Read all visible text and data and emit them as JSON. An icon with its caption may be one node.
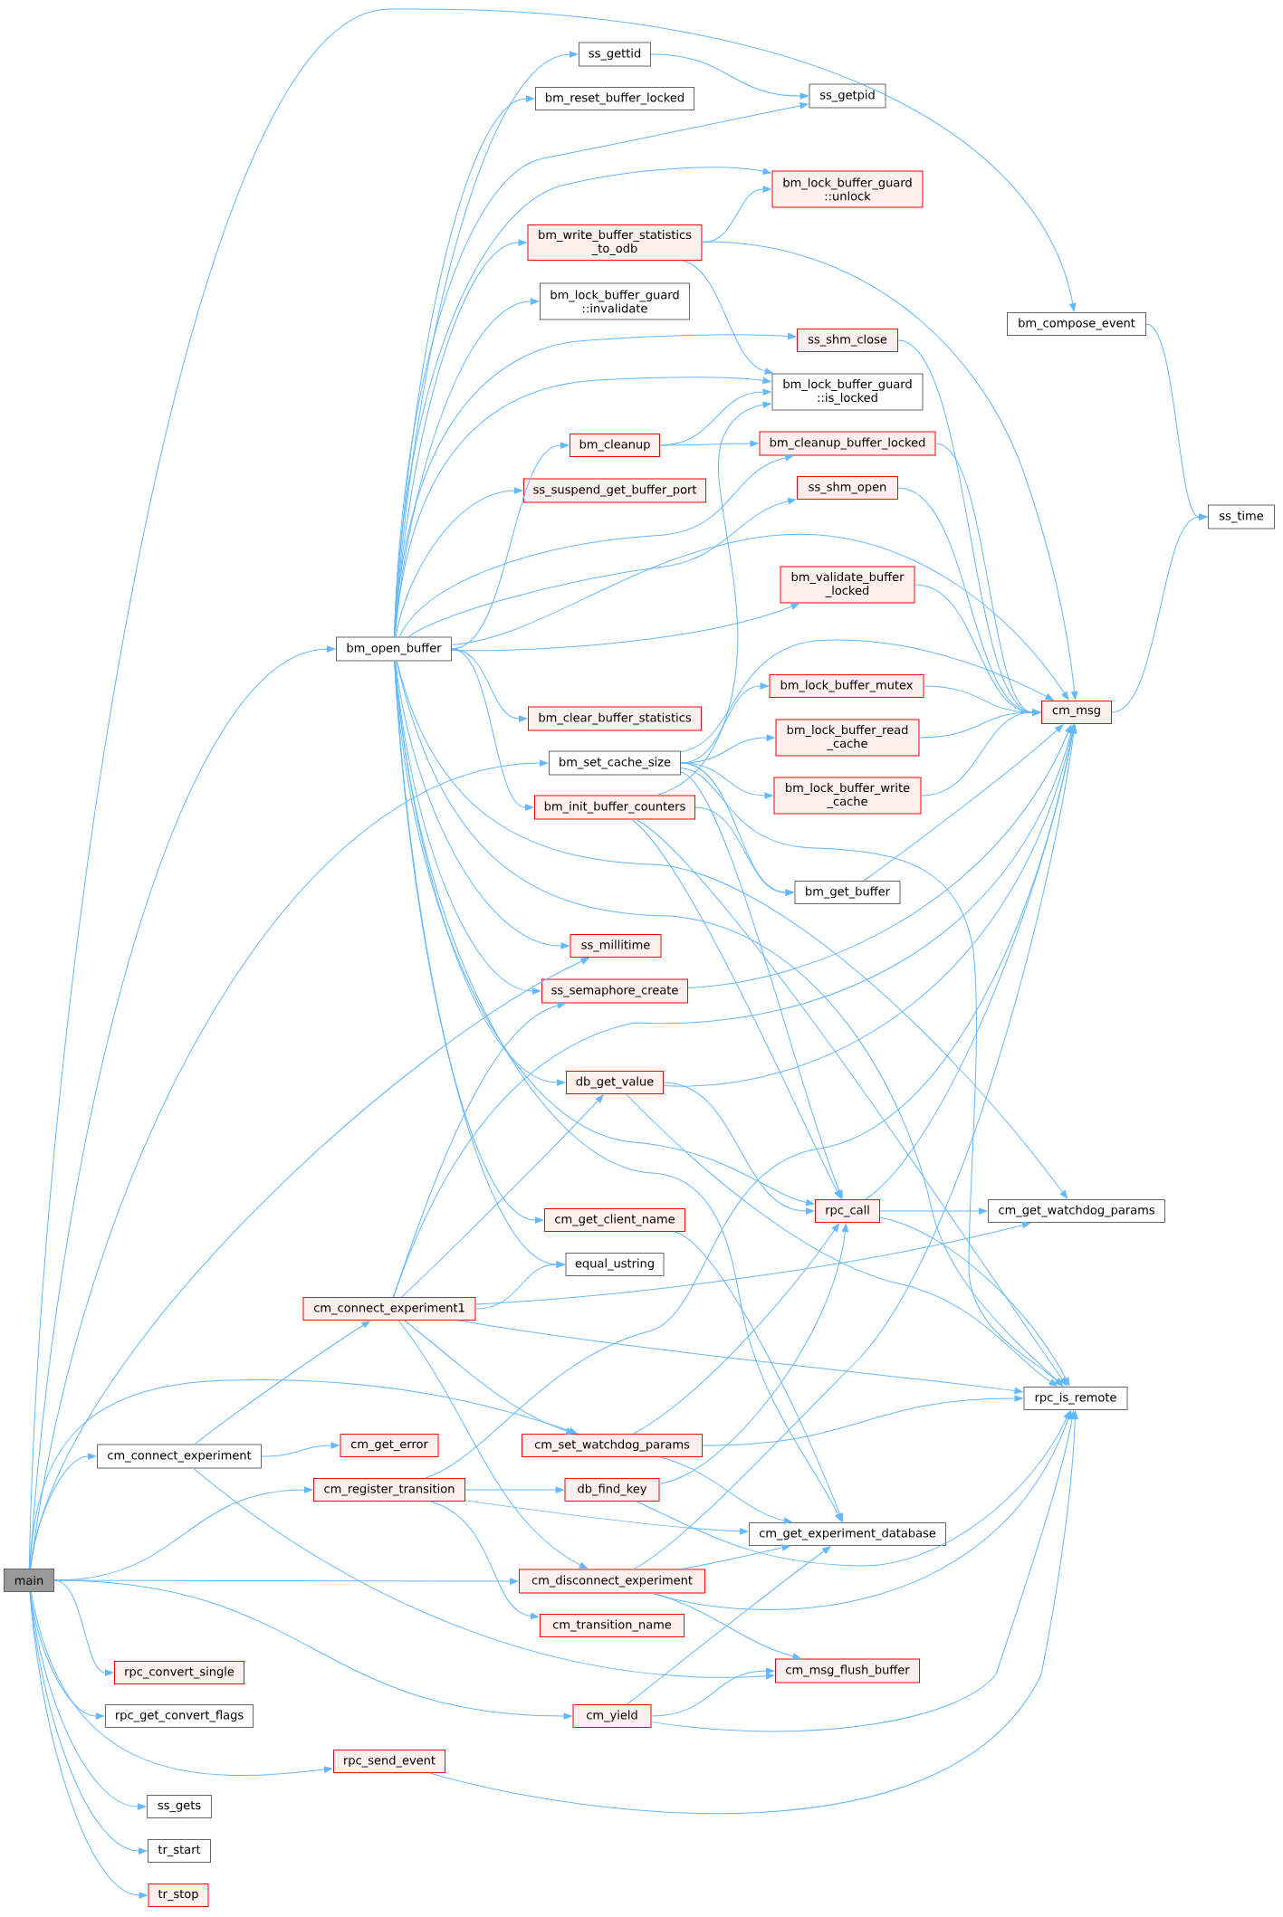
{
  "diagram": {
    "nodes": [
      {
        "text": [
          "main"
        ]
      },
      {
        "text": [
          "bm_open_buffer"
        ]
      },
      {
        "text": [
          "cm_connect_experiment"
        ]
      },
      {
        "text": [
          "rpc_convert_single"
        ]
      },
      {
        "text": [
          "rpc_get_convert_flags"
        ]
      },
      {
        "text": [
          "ss_gets"
        ]
      },
      {
        "text": [
          "tr_start"
        ]
      },
      {
        "text": [
          "tr_stop"
        ]
      },
      {
        "text": [
          "cm_connect_experiment1"
        ]
      },
      {
        "text": [
          "cm_get_error"
        ]
      },
      {
        "text": [
          "cm_register_transition"
        ]
      },
      {
        "text": [
          "rpc_send_event"
        ]
      },
      {
        "text": [
          "ss_gettid"
        ]
      },
      {
        "text": [
          "bm_reset_buffer_locked"
        ]
      },
      {
        "text": [
          "bm_write_buffer_statistics _to_odb"
        ]
      },
      {
        "text": [
          "bm_lock_buffer_guard ::invalidate"
        ]
      },
      {
        "text": [
          "bm_cleanup"
        ]
      },
      {
        "text": [
          "ss_suspend_get_buffer_port"
        ]
      },
      {
        "text": [
          "bm_clear_buffer_statistics"
        ]
      },
      {
        "text": [
          "bm_set_cache_size"
        ]
      },
      {
        "text": [
          "bm_init_buffer_counters"
        ]
      },
      {
        "text": [
          "ss_millitime"
        ]
      },
      {
        "text": [
          "ss_semaphore_create"
        ]
      },
      {
        "text": [
          "db_get_value"
        ]
      },
      {
        "text": [
          "cm_get_client_name"
        ]
      },
      {
        "text": [
          "equal_ustring"
        ]
      },
      {
        "text": [
          "cm_set_watchdog_params"
        ]
      },
      {
        "text": [
          "db_find_key"
        ]
      },
      {
        "text": [
          "cm_disconnect_experiment"
        ]
      },
      {
        "text": [
          "cm_transition_name"
        ]
      },
      {
        "text": [
          "cm_yield"
        ]
      },
      {
        "text": [
          "ss_getpid"
        ]
      },
      {
        "text": [
          "bm_lock_buffer_guard ::unlock"
        ]
      },
      {
        "text": [
          "ss_shm_close"
        ]
      },
      {
        "text": [
          "bm_lock_buffer_guard ::is_locked"
        ]
      },
      {
        "text": [
          "bm_cleanup_buffer_locked"
        ]
      },
      {
        "text": [
          "ss_shm_open"
        ]
      },
      {
        "text": [
          "bm_validate_buffer _locked"
        ]
      },
      {
        "text": [
          "bm_lock_buffer_mutex"
        ]
      },
      {
        "text": [
          "bm_lock_buffer_read _cache"
        ]
      },
      {
        "text": [
          "bm_lock_buffer_write _cache"
        ]
      },
      {
        "text": [
          "bm_get_buffer"
        ]
      },
      {
        "text": [
          "rpc_call"
        ]
      },
      {
        "text": [
          "cm_get_experiment_database"
        ]
      },
      {
        "text": [
          "cm_msg_flush_buffer"
        ]
      },
      {
        "text": [
          "bm_compose_event"
        ]
      },
      {
        "text": [
          "cm_msg"
        ]
      },
      {
        "text": [
          "cm_get_watchdog_params"
        ]
      },
      {
        "text": [
          "rpc_is_remote"
        ]
      },
      {
        "text": [
          "ss_time"
        ]
      }
    ],
    "edges": [
      {
        "from": 0,
        "to": 45,
        "arrow": "to"
      },
      {
        "from": 0,
        "to": 1,
        "arrow": "to"
      },
      {
        "from": 0,
        "to": 19,
        "arrow": "to"
      },
      {
        "from": 0,
        "to": 21,
        "arrow": "to"
      },
      {
        "from": 0,
        "to": 26,
        "arrow": "to"
      },
      {
        "from": 0,
        "to": 2,
        "arrow": "to"
      },
      {
        "from": 0,
        "to": 10,
        "arrow": "to"
      },
      {
        "from": 0,
        "to": 28,
        "arrow": "to"
      },
      {
        "from": 0,
        "to": 30,
        "arrow": "to"
      },
      {
        "from": 0,
        "to": 3,
        "arrow": "to"
      },
      {
        "from": 0,
        "to": 4,
        "arrow": "to"
      },
      {
        "from": 0,
        "to": 11,
        "arrow": "to"
      },
      {
        "from": 0,
        "to": 5,
        "arrow": "to"
      },
      {
        "from": 0,
        "to": 6,
        "arrow": "to"
      },
      {
        "from": 0,
        "to": 7,
        "arrow": "to"
      },
      {
        "from": 1,
        "to": 12,
        "arrow": "to"
      },
      {
        "from": 1,
        "to": 13,
        "arrow": "to"
      },
      {
        "from": 1,
        "to": 31,
        "arrow": "to"
      },
      {
        "from": 1,
        "to": 32,
        "arrow": "to"
      },
      {
        "from": 1,
        "to": 14,
        "arrow": "to"
      },
      {
        "from": 1,
        "to": 15,
        "arrow": "to"
      },
      {
        "from": 1,
        "to": 33,
        "arrow": "to"
      },
      {
        "from": 1,
        "to": 34,
        "arrow": "to"
      },
      {
        "from": 1,
        "to": 16,
        "arrow": "to"
      },
      {
        "from": 1,
        "to": 17,
        "arrow": "to"
      },
      {
        "from": 1,
        "to": 35,
        "arrow": "to"
      },
      {
        "from": 1,
        "to": 36,
        "arrow": "to"
      },
      {
        "from": 1,
        "to": 46,
        "arrow": "to"
      },
      {
        "from": 1,
        "to": 37,
        "arrow": "to"
      },
      {
        "from": 1,
        "to": 18,
        "arrow": "to"
      },
      {
        "from": 1,
        "to": 20,
        "arrow": "to"
      },
      {
        "from": 1,
        "to": 47,
        "arrow": "to"
      },
      {
        "from": 1,
        "to": 48,
        "arrow": "to"
      },
      {
        "from": 1,
        "to": 21,
        "arrow": "to"
      },
      {
        "from": 1,
        "to": 22,
        "arrow": "to"
      },
      {
        "from": 1,
        "to": 23,
        "arrow": "to"
      },
      {
        "from": 1,
        "to": 42,
        "arrow": "to"
      },
      {
        "from": 1,
        "to": 24,
        "arrow": "to"
      },
      {
        "from": 1,
        "to": 25,
        "arrow": "to"
      },
      {
        "from": 1,
        "to": 43,
        "arrow": "to"
      },
      {
        "from": 2,
        "to": 8,
        "arrow": "to"
      },
      {
        "from": 2,
        "to": 9,
        "arrow": "to"
      },
      {
        "from": 2,
        "to": 44,
        "arrow": "to"
      },
      {
        "from": 8,
        "to": 22,
        "arrow": "to"
      },
      {
        "from": 8,
        "to": 46,
        "arrow": "to"
      },
      {
        "from": 8,
        "to": 23,
        "arrow": "to"
      },
      {
        "from": 8,
        "to": 25,
        "arrow": "to"
      },
      {
        "from": 8,
        "to": 47,
        "arrow": "to"
      },
      {
        "from": 8,
        "to": 48,
        "arrow": "to"
      },
      {
        "from": 8,
        "to": 26,
        "arrow": "to"
      },
      {
        "from": 8,
        "to": 28,
        "arrow": "to"
      },
      {
        "from": 10,
        "to": 46,
        "arrow": "to"
      },
      {
        "from": 10,
        "to": 27,
        "arrow": "to"
      },
      {
        "from": 10,
        "to": 43,
        "arrow": "to"
      },
      {
        "from": 10,
        "to": 29,
        "arrow": "to"
      },
      {
        "from": 11,
        "to": 48,
        "arrow": "to"
      },
      {
        "from": 12,
        "to": 31,
        "arrow": "to"
      },
      {
        "from": 14,
        "to": 32,
        "arrow": "to"
      },
      {
        "from": 14,
        "to": 46,
        "arrow": "to"
      },
      {
        "from": 14,
        "to": 34,
        "arrow": "to"
      },
      {
        "from": 16,
        "to": 34,
        "arrow": "to"
      },
      {
        "from": 16,
        "to": 35,
        "arrow": "to"
      },
      {
        "from": 19,
        "to": 46,
        "arrow": "to"
      },
      {
        "from": 19,
        "to": 38,
        "arrow": "to"
      },
      {
        "from": 19,
        "to": 39,
        "arrow": "to"
      },
      {
        "from": 19,
        "to": 40,
        "arrow": "to"
      },
      {
        "from": 19,
        "to": 41,
        "arrow": "to"
      },
      {
        "from": 19,
        "to": 42,
        "arrow": "to"
      },
      {
        "from": 19,
        "to": 48,
        "arrow": "to"
      },
      {
        "from": 20,
        "to": 34,
        "arrow": "to"
      },
      {
        "from": 20,
        "to": 41,
        "arrow": "to"
      },
      {
        "from": 20,
        "to": 42,
        "arrow": "to"
      },
      {
        "from": 20,
        "to": 48,
        "arrow": "to"
      },
      {
        "from": 22,
        "to": 46,
        "arrow": "to"
      },
      {
        "from": 23,
        "to": 46,
        "arrow": "to"
      },
      {
        "from": 23,
        "to": 42,
        "arrow": "to"
      },
      {
        "from": 23,
        "to": 48,
        "arrow": "to"
      },
      {
        "from": 24,
        "to": 43,
        "arrow": "to"
      },
      {
        "from": 26,
        "to": 42,
        "arrow": "to"
      },
      {
        "from": 26,
        "to": 48,
        "arrow": "to"
      },
      {
        "from": 26,
        "to": 43,
        "arrow": "to"
      },
      {
        "from": 27,
        "to": 42,
        "arrow": "to"
      },
      {
        "from": 27,
        "to": 48,
        "arrow": "to"
      },
      {
        "from": 28,
        "to": 46,
        "arrow": "to"
      },
      {
        "from": 28,
        "to": 43,
        "arrow": "to"
      },
      {
        "from": 28,
        "to": 48,
        "arrow": "to"
      },
      {
        "from": 28,
        "to": 44,
        "arrow": "to"
      },
      {
        "from": 30,
        "to": 43,
        "arrow": "to"
      },
      {
        "from": 30,
        "to": 44,
        "arrow": "to"
      },
      {
        "from": 30,
        "to": 48,
        "arrow": "to"
      },
      {
        "from": 33,
        "to": 46,
        "arrow": "to"
      },
      {
        "from": 35,
        "to": 46,
        "arrow": "to"
      },
      {
        "from": 36,
        "to": 46,
        "arrow": "to"
      },
      {
        "from": 37,
        "to": 46,
        "arrow": "to"
      },
      {
        "from": 38,
        "to": 46,
        "arrow": "to"
      },
      {
        "from": 39,
        "to": 46,
        "arrow": "to"
      },
      {
        "from": 40,
        "to": 46,
        "arrow": "to"
      },
      {
        "from": 41,
        "to": 46,
        "arrow": "to"
      },
      {
        "from": 42,
        "to": 47,
        "arrow": "to"
      },
      {
        "from": 42,
        "to": 48,
        "arrow": "to"
      },
      {
        "from": 42,
        "to": 46,
        "arrow": "to"
      },
      {
        "from": 45,
        "to": 49,
        "arrow": "to"
      },
      {
        "from": 46,
        "to": 49,
        "arrow": "to"
      }
    ]
  }
}
